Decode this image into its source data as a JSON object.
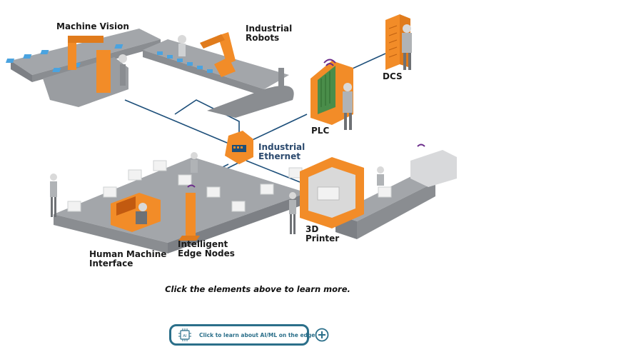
{
  "labels": {
    "machine_vision": "Machine Vision",
    "industrial_robots": "Industrial\nRobots",
    "dcs": "DCS",
    "plc": "PLC",
    "industrial_ethernet": "Industrial\nEthernet",
    "printer_3d": "3D\nPrinter",
    "edge_nodes": "Intelligent\nEdge Nodes",
    "hmi": "Human Machine\nInterface"
  },
  "caption": "Click the elements above to learn more.",
  "aiml_button": {
    "chip_text": "AI",
    "label": "Click to learn about AI/ML on the edge"
  },
  "colors": {
    "orange": "#f28c28",
    "conveyor": "#8a8d91",
    "blue_line": "#1d4f7a",
    "accent_teal": "#2b6f8a"
  }
}
